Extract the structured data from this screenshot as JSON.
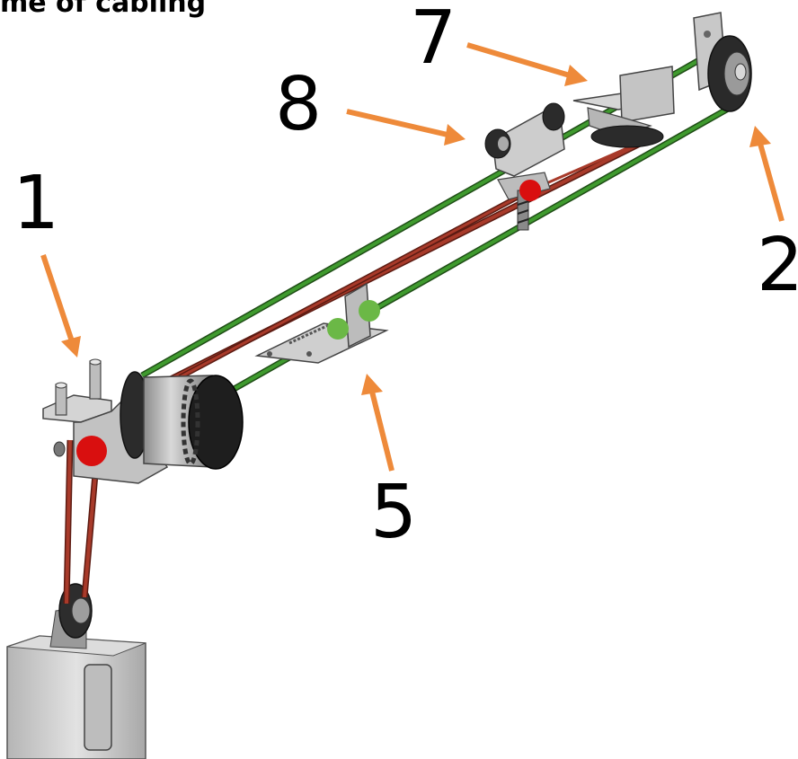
{
  "title": "me of cabling",
  "callouts": {
    "c1": "1",
    "c2": "2",
    "c5": "5",
    "c7": "7",
    "c8": "8"
  },
  "colors": {
    "cable_green": "#3f9a2e",
    "cable_red": "#a83a2a",
    "arrow_orange": "#ee8a3a",
    "marker_red": "#d90f0f",
    "marker_green": "#6bb846",
    "metal_light": "#c9c9c9",
    "metal_dark": "#3a3a3a"
  }
}
